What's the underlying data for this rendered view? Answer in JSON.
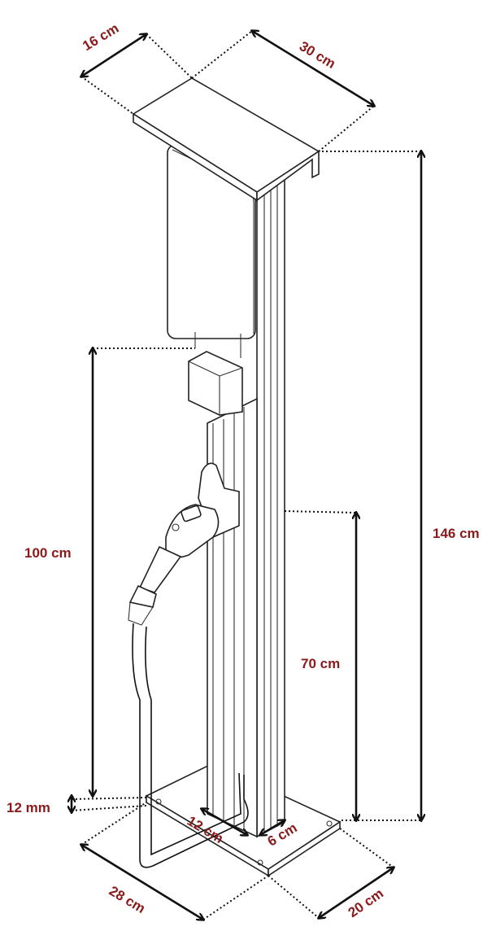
{
  "colors": {
    "label": "#8b1a1a",
    "drawing": "#111111"
  },
  "labels": {
    "roof_depth": "16 cm",
    "roof_width": "30 cm",
    "total_height": "146 cm",
    "holder_height": "100 cm",
    "mid_height": "70 cm",
    "base_thickness": "12 mm",
    "base_depth": "28 cm",
    "base_width": "20 cm",
    "post_depth": "12 cm",
    "post_width": "6 cm"
  }
}
